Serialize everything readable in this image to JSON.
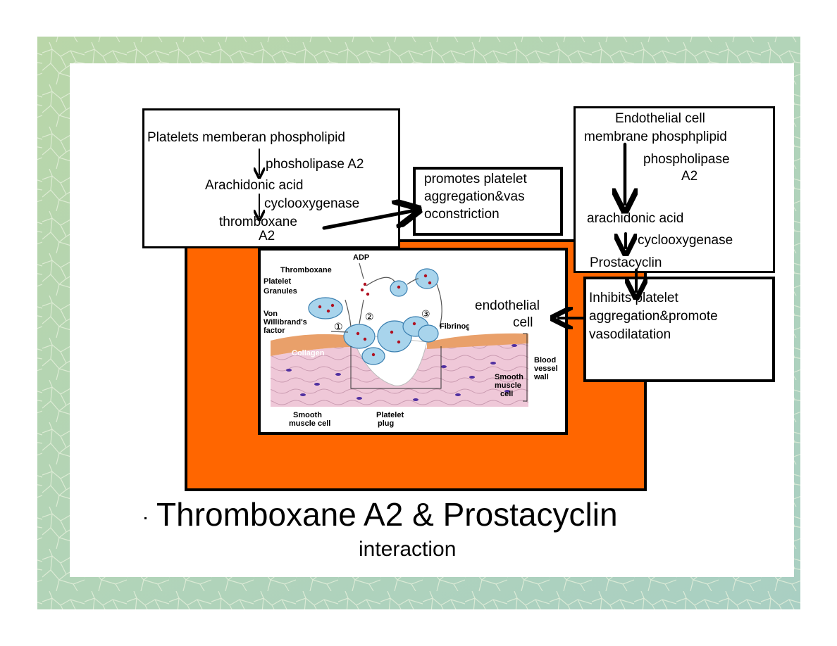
{
  "colors": {
    "frame_green": "#b9d6a8",
    "frame_teal": "#a9cfc3",
    "orange_panel": "#ff6600",
    "cell_blue": "#a8d4ec",
    "collagen": "#e9a06a",
    "muscle": "#efc8d8",
    "dot_red": "#b01020",
    "dot_purple": "#5030a0"
  },
  "left_box": {
    "line1": "Platelets memberan phospholipid",
    "enzyme1": "phosholipase A2",
    "line2": "Arachidonic acid",
    "enzyme2": "cyclooxygenase",
    "line3": "thromboxane",
    "line3b": "A2"
  },
  "promote_box": {
    "line1": "promotes platelet",
    "line2": "aggregation&vas",
    "line3": "oconstriction"
  },
  "right_box": {
    "line1": "Endothelial cell",
    "line2": "membrane phosphplipid",
    "enzyme1a": "phospholipase",
    "enzyme1b": "A2",
    "line3": "arachidonic acid",
    "enzyme2": "cyclooxygenase",
    "line4": "Prostacyclin"
  },
  "inhibit_box": {
    "line1": "Inhibits platelet",
    "line2": "aggregation&promote",
    "line3": "vasodilatation"
  },
  "endothelial_label": {
    "line1": "endothelial",
    "line2": "cell"
  },
  "figure": {
    "adp": "ADP",
    "thromboxane": "Thromboxane",
    "platelet": "Platelet",
    "granules": "Granules",
    "von1": "Von",
    "von2": "Willibrand's",
    "von3": "factor",
    "fibrinogen": "Fibrinogen",
    "collagen": "Collagen",
    "blood1": "Blood",
    "blood2": "vessel",
    "blood3": "wall",
    "smooth1": "Smooth",
    "smooth2": "muscle",
    "smooth3": "cell",
    "smc1": "Smooth",
    "smc2": "muscle cell",
    "plug1": "Platelet",
    "plug2": "plug",
    "n1": "①",
    "n2": "②",
    "n3": "③"
  },
  "title": "Thromboxane A2 & Prostacyclin",
  "subtitle": "interaction"
}
